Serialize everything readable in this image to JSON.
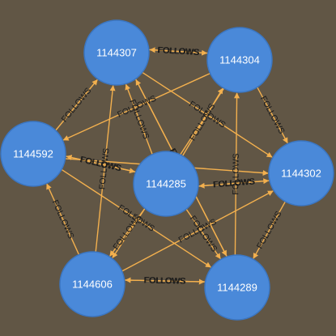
{
  "graph": {
    "edge_color": "#f3b04e",
    "node_color": "#4a89d9",
    "background": "#615645",
    "nodes": [
      {
        "id": "n307",
        "label": "1144307"
      },
      {
        "id": "n304",
        "label": "1144304"
      },
      {
        "id": "n592",
        "label": "1144592"
      },
      {
        "id": "n285",
        "label": "1144285"
      },
      {
        "id": "n302",
        "label": "1144302"
      },
      {
        "id": "n606",
        "label": "1144606"
      },
      {
        "id": "n289",
        "label": "1144289"
      }
    ],
    "edges": [
      {
        "source": "n307",
        "target": "n304",
        "label": "FOLLOWS"
      },
      {
        "source": "n304",
        "target": "n307",
        "label": "FOLLOWS"
      },
      {
        "source": "n592",
        "target": "n307",
        "label": "FOLLOWS"
      },
      {
        "source": "n304",
        "target": "n302",
        "label": "FOLLOWS"
      },
      {
        "source": "n302",
        "target": "n289",
        "label": "FOLLOWS"
      },
      {
        "source": "n289",
        "target": "n606",
        "label": "FOLLOWS"
      },
      {
        "source": "n606",
        "target": "n289",
        "label": "FOLLOWS"
      },
      {
        "source": "n606",
        "target": "n592",
        "label": "FOLLOWS"
      },
      {
        "source": "n592",
        "target": "n285",
        "label": "FOLLOWS"
      },
      {
        "source": "n285",
        "target": "n592",
        "label": "FOLLOWS"
      },
      {
        "source": "n285",
        "target": "n302",
        "label": "FOLLOWS"
      },
      {
        "source": "n302",
        "target": "n285",
        "label": "FOLLOWS"
      },
      {
        "source": "n285",
        "target": "n307",
        "label": "FOLLOWS"
      },
      {
        "source": "n285",
        "target": "n304",
        "label": "FOLLOWS"
      },
      {
        "source": "n285",
        "target": "n606",
        "label": "FOLLOWS"
      },
      {
        "source": "n285",
        "target": "n289",
        "label": "FOLLOWS"
      },
      {
        "source": "n307",
        "target": "n289",
        "label": "FOLLOWS"
      },
      {
        "source": "n307",
        "target": "n302",
        "label": "FOLLOWS"
      },
      {
        "source": "n304",
        "target": "n606",
        "label": "FOLLOWS"
      },
      {
        "source": "n304",
        "target": "n592",
        "label": "FOLLOWS"
      },
      {
        "source": "n592",
        "target": "n302",
        "label": "FOLLOWS"
      },
      {
        "source": "n592",
        "target": "n289",
        "label": "FOLLOWS"
      },
      {
        "source": "n606",
        "target": "n307",
        "label": "FOLLOWS"
      },
      {
        "source": "n606",
        "target": "n302",
        "label": "FOLLOWS"
      },
      {
        "source": "n289",
        "target": "n304",
        "label": "FOLLOWS"
      },
      {
        "source": "n289",
        "target": "n307",
        "label": "FOLLOWS"
      }
    ]
  }
}
